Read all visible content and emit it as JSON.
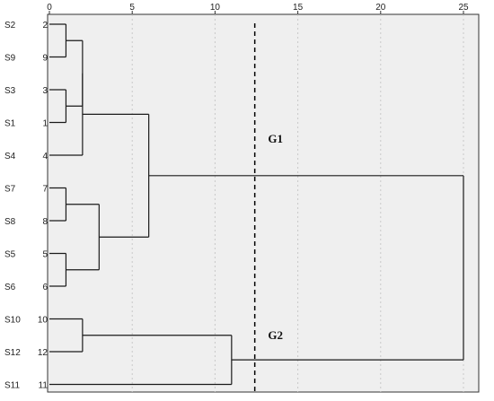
{
  "chart_data": {
    "type": "dendrogram",
    "orientation": "horizontal",
    "xlim": [
      0,
      25
    ],
    "x_ticks": [
      0,
      5,
      10,
      15,
      20,
      25
    ],
    "grid": "vertical dotted",
    "leaves": [
      {
        "sample": "S2",
        "case": "2"
      },
      {
        "sample": "S9",
        "case": "9"
      },
      {
        "sample": "S3",
        "case": "3"
      },
      {
        "sample": "S1",
        "case": "1"
      },
      {
        "sample": "S4",
        "case": "4"
      },
      {
        "sample": "S7",
        "case": "7"
      },
      {
        "sample": "S8",
        "case": "8"
      },
      {
        "sample": "S5",
        "case": "5"
      },
      {
        "sample": "S6",
        "case": "6"
      },
      {
        "sample": "S10",
        "case": "10"
      },
      {
        "sample": "S12",
        "case": "12"
      },
      {
        "sample": "S11",
        "case": "11"
      }
    ],
    "merges": [
      {
        "left": 0,
        "right": 1,
        "height": 1
      },
      {
        "left": 2,
        "right": 3,
        "height": 1
      },
      {
        "left": 12,
        "right": 13,
        "height": 2
      },
      {
        "left": 14,
        "right": 4,
        "height": 2
      },
      {
        "left": 5,
        "right": 6,
        "height": 1
      },
      {
        "left": 7,
        "right": 8,
        "height": 1
      },
      {
        "left": 16,
        "right": 17,
        "height": 3
      },
      {
        "left": 15,
        "right": 18,
        "height": 6
      },
      {
        "left": 9,
        "right": 10,
        "height": 2
      },
      {
        "left": 20,
        "right": 11,
        "height": 11
      },
      {
        "left": 19,
        "right": 21,
        "height": 25
      }
    ],
    "cut_line": {
      "x": 12.4,
      "style": "dashed"
    },
    "groups": [
      {
        "label": "G1",
        "at": [
          13.2,
          3.5
        ]
      },
      {
        "label": "G2",
        "at": [
          13.2,
          9.5
        ]
      }
    ],
    "colors": {
      "plot_background": "#efefef",
      "line": "#1a1a1a",
      "grid": "#c8c8c8",
      "frame": "#333333"
    }
  }
}
